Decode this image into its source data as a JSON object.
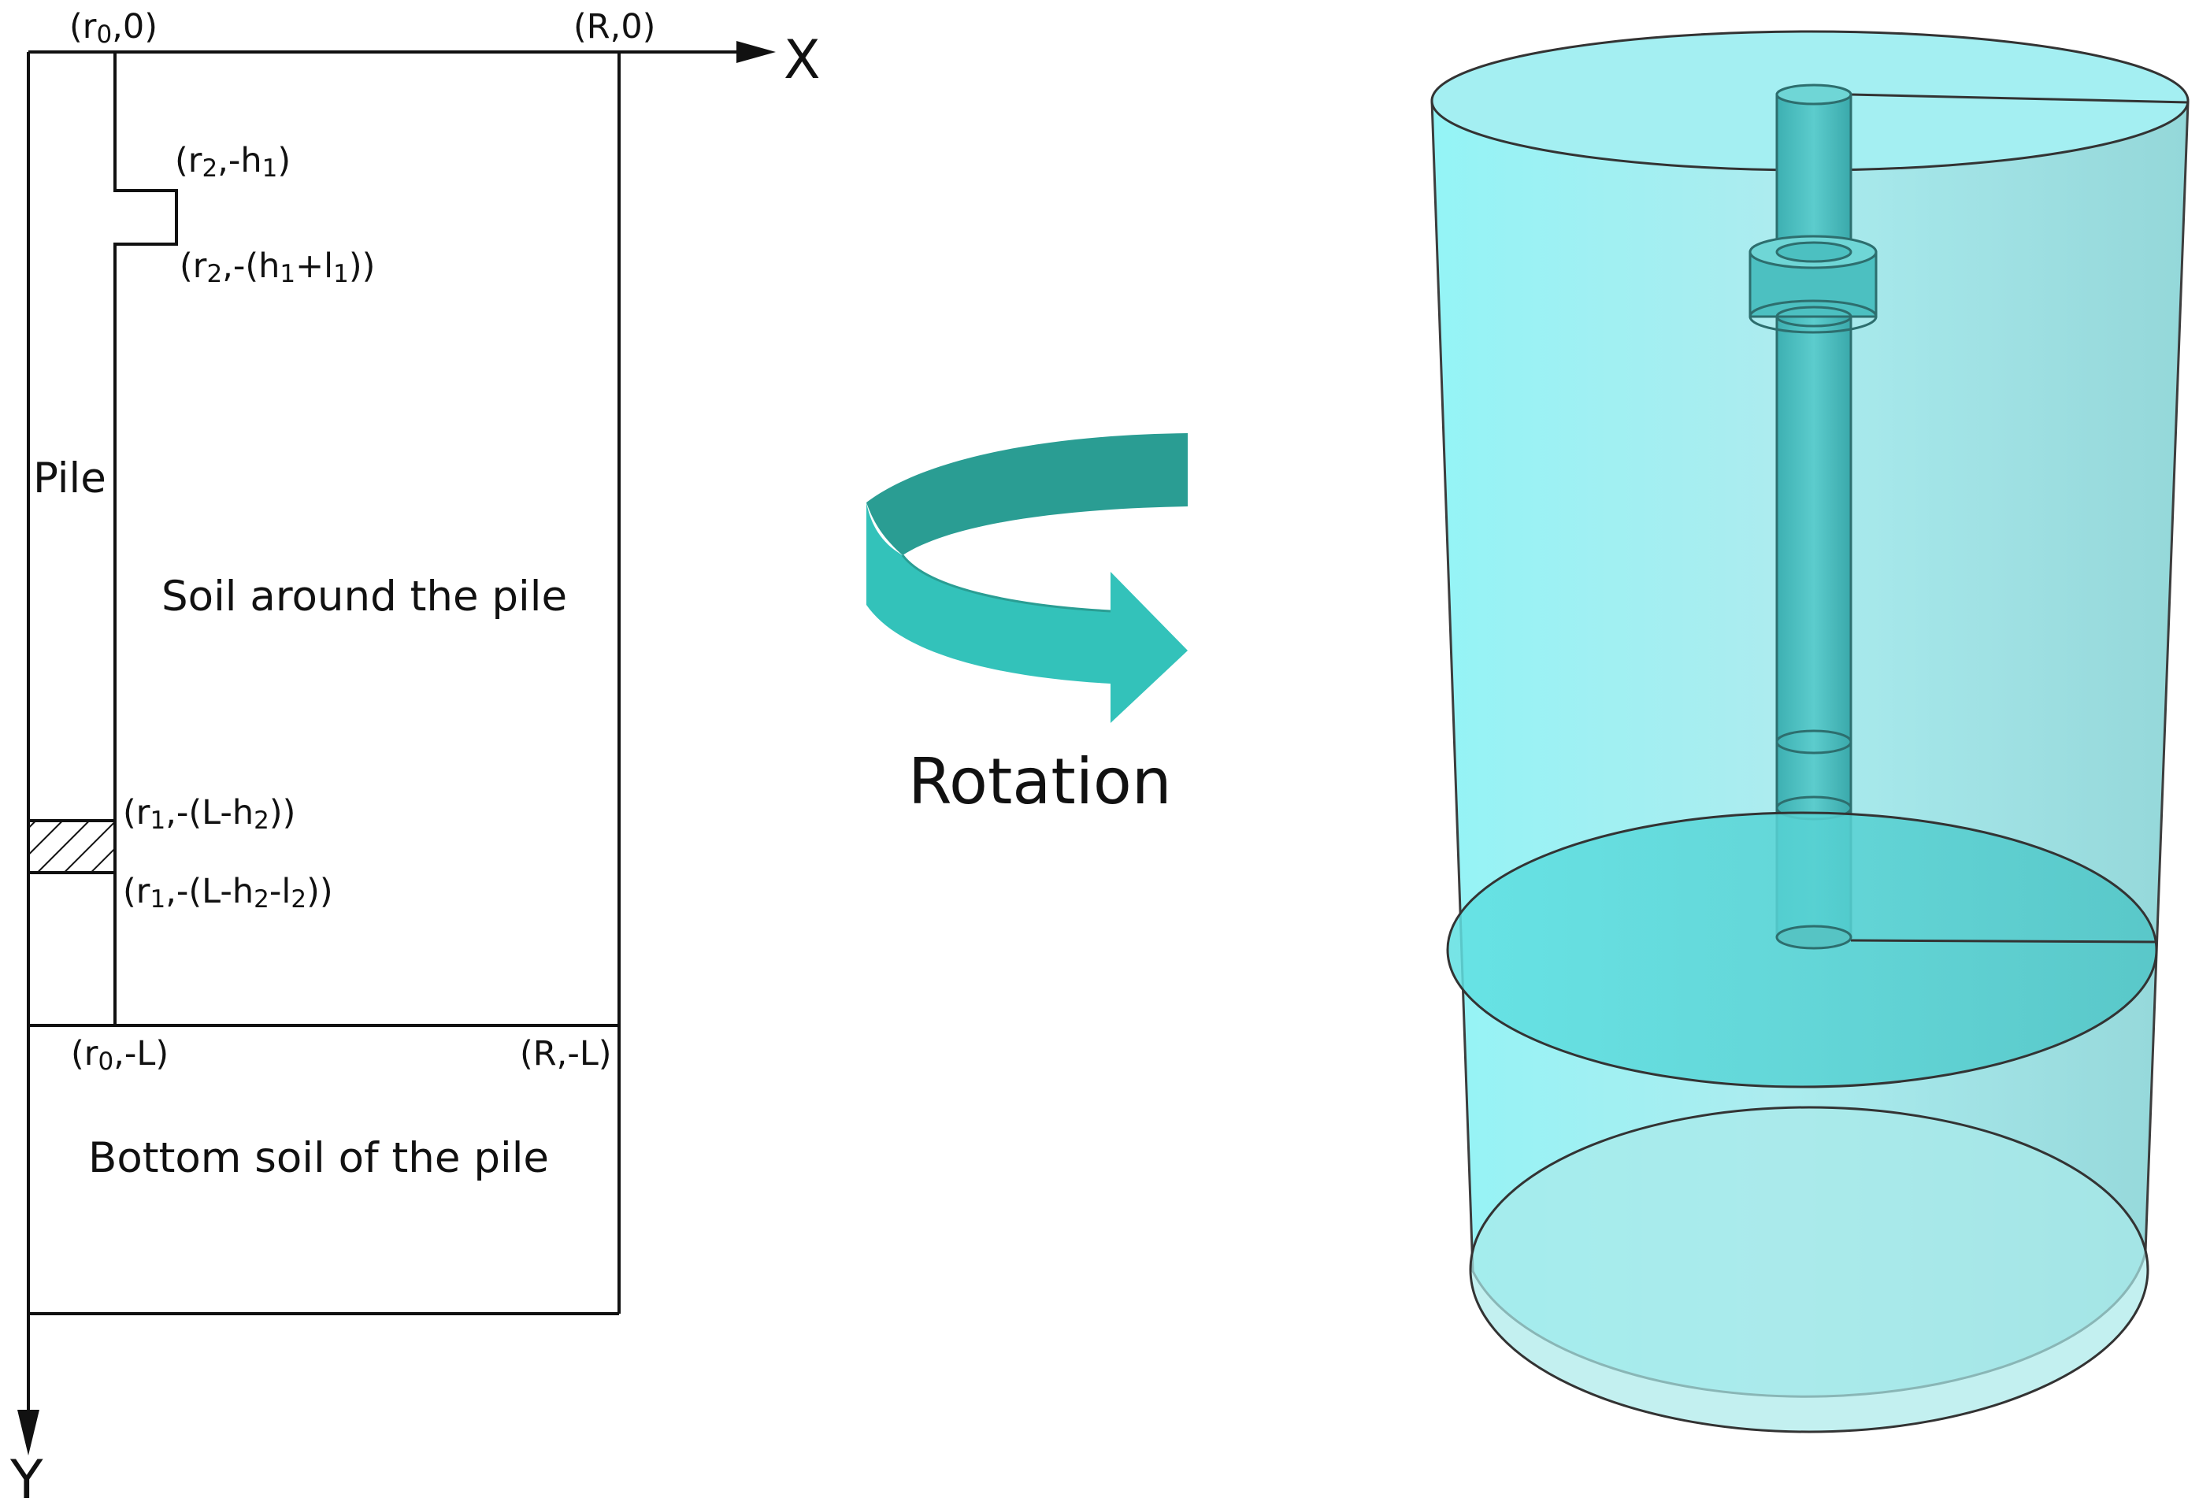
{
  "axes": {
    "x_label": "X",
    "y_label": "Y"
  },
  "regions": {
    "pile": "Pile",
    "soil_around": "Soil around the pile",
    "bottom_soil": "Bottom soil of the pile"
  },
  "points": {
    "r0_top": {
      "a": "(r",
      "s": "0",
      "b": ",0)"
    },
    "r_top": {
      "text": "(R,0)"
    },
    "r2_h1": {
      "a": "(r",
      "s1": "2",
      "b": ",-h",
      "s2": "1",
      "c": ")"
    },
    "r2_h1l1": {
      "a": "(r",
      "s1": "2",
      "b": ",-(h",
      "s2": "1",
      "c": "+l",
      "s3": "1",
      "d": "))"
    },
    "r1_lh2": {
      "a": "(r",
      "s1": "1",
      "b": ",-(L-h",
      "s2": "2",
      "c": "))"
    },
    "r1_lh2l2": {
      "a": "(r",
      "s1": "1",
      "b": ",-(L-h",
      "s2": "2",
      "c": "-l",
      "s3": "2",
      "d": "))"
    },
    "r0_bottom": {
      "a": "(r",
      "s": "0",
      "b": ",-L)"
    },
    "r_bottom": {
      "text": "(R,-L)"
    }
  },
  "rotation_label": "Rotation",
  "colors": {
    "line": "#111111",
    "arrow_top": "#2a9d93",
    "arrow_body": "#33c2ba",
    "cylinder_fill": "#7fe3e8",
    "cylinder_edge": "#3a4a4a",
    "pile_fill": "#3fb4b4"
  }
}
